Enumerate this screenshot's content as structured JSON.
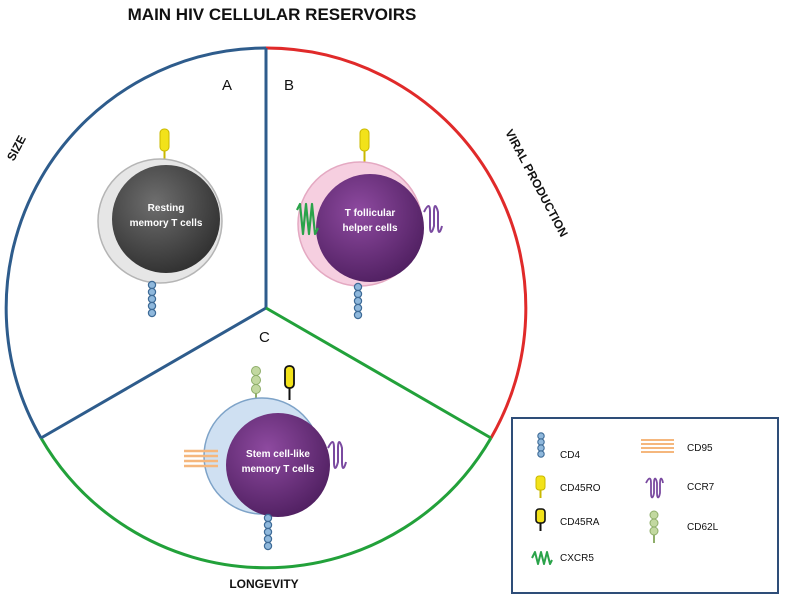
{
  "title": "MAIN HIV CELLULAR RESERVOIRS",
  "axes": {
    "size": "SIZE",
    "viral_production": "VIRAL PRODUCTION",
    "longevity": "LONGEVITY"
  },
  "sectors": {
    "a": "A",
    "b": "B",
    "c": "C"
  },
  "cells": {
    "resting": {
      "line1": "Resting",
      "line2": "memory T cells"
    },
    "tfh": {
      "line1": "T follicular",
      "line2": "helper cells"
    },
    "stem": {
      "line1": "Stem cell-like",
      "line2": "memory T cells"
    }
  },
  "legend": {
    "cd4": "CD4",
    "cd45ro": "CD45RO",
    "cd45ra": "CD45RA",
    "cxcr5": "CXCR5",
    "cd95": "CD95",
    "ccr7": "CCR7",
    "cd62l": "CD62L"
  },
  "colors": {
    "size": "#2e5c8c",
    "viral_production": "#e02a2a",
    "longevity": "#22a13a",
    "cd4": "#8fb8dc",
    "cd45ro": "#f2e21a",
    "cd95": "#f5b77d",
    "ccr7": "#7a4aa0",
    "cd62l": "#c2d8a0",
    "cxcr5": "#2aa34a",
    "resting_cell": "#4a4a4a",
    "tfh_cell": "#6a2d7a",
    "stem_cell": "#6a2d7a"
  }
}
